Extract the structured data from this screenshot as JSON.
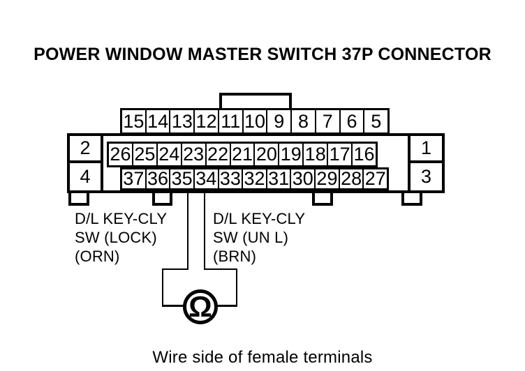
{
  "title": "POWER WINDOW MASTER SWITCH 37P CONNECTOR",
  "caption": "Wire side of female terminals",
  "colors": {
    "ink": "#000000",
    "background": "#ffffff"
  },
  "connector": {
    "top_row": [
      "15",
      "14",
      "13",
      "12",
      "11",
      "10",
      "9",
      "8",
      "7",
      "6",
      "5"
    ],
    "middle_row": [
      "26",
      "25",
      "24",
      "23",
      "22",
      "21",
      "20",
      "19",
      "18",
      "17",
      "16"
    ],
    "bottom_row": [
      "37",
      "36",
      "35",
      "34",
      "33",
      "32",
      "31",
      "30",
      "29",
      "28",
      "27"
    ],
    "left_column": [
      "2",
      "4"
    ],
    "right_column": [
      "1",
      "3"
    ]
  },
  "wire_labels": {
    "lock": {
      "lines": [
        "D/L KEY-CLY",
        "SW (LOCK)",
        "(ORN)"
      ]
    },
    "unlock": {
      "lines": [
        "D/L KEY-CLY",
        "SW (UN L)",
        "(BRN)"
      ]
    }
  },
  "meter": {
    "symbol": "Ω",
    "type": "ohmmeter"
  }
}
